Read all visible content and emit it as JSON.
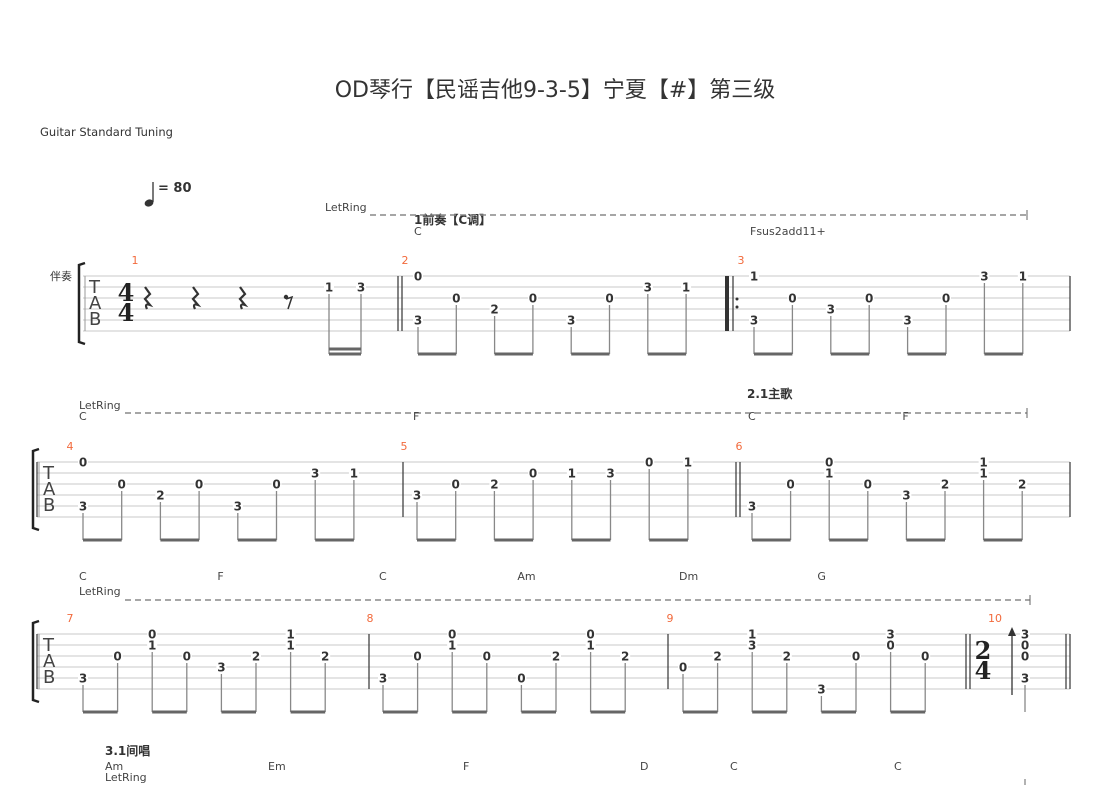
{
  "title": "OD琴行【民谣吉他9-3-5】宁夏【#】第三级",
  "tuning": "Guitar Standard Tuning",
  "track_name": "伴奏",
  "tempo": {
    "symbol": "quarter-note",
    "text": "= 80"
  },
  "let_ring": "LetRing",
  "sections": [
    {
      "label": "1前奏【C调】",
      "measure": "2"
    },
    {
      "label": "2.1主歌",
      "measure": "6"
    },
    {
      "label": "3.1间唱",
      "measure": "11"
    }
  ],
  "colors": {
    "measure_number": "#f26a3c",
    "staff_line": "#c8c8c8",
    "text": "#333333",
    "beam": "#666666"
  },
  "systems": [
    {
      "chords": [
        {
          "name": "C",
          "measure": "2",
          "beat": 0
        },
        {
          "name": "Fsus2add11+",
          "measure": "3",
          "beat": 0
        }
      ],
      "measures": [
        {
          "number": "1",
          "time_sig": [
            "4",
            "4"
          ],
          "rests": [
            "quarter",
            "quarter",
            "quarter",
            "eighth"
          ],
          "duration": "16th",
          "events": [
            {
              "notes": [
                [
                  2,
                  "1"
                ]
              ]
            },
            {
              "notes": [
                [
                  2,
                  "3"
                ]
              ]
            }
          ]
        },
        {
          "number": "2",
          "events": [
            {
              "notes": [
                [
                  1,
                  "0"
                ],
                [
                  5,
                  "3"
                ]
              ]
            },
            {
              "notes": [
                [
                  3,
                  "0"
                ]
              ]
            },
            {
              "notes": [
                [
                  4,
                  "2"
                ]
              ]
            },
            {
              "notes": [
                [
                  3,
                  "0"
                ]
              ]
            },
            {
              "notes": [
                [
                  5,
                  "3"
                ]
              ]
            },
            {
              "notes": [
                [
                  3,
                  "0"
                ]
              ]
            },
            {
              "notes": [
                [
                  2,
                  "3"
                ]
              ]
            },
            {
              "notes": [
                [
                  2,
                  "1"
                ]
              ]
            }
          ]
        },
        {
          "number": "3",
          "repeat_start": true,
          "events": [
            {
              "notes": [
                [
                  1,
                  "1"
                ],
                [
                  5,
                  "3"
                ]
              ]
            },
            {
              "notes": [
                [
                  3,
                  "0"
                ]
              ]
            },
            {
              "notes": [
                [
                  4,
                  "3"
                ]
              ]
            },
            {
              "notes": [
                [
                  3,
                  "0"
                ]
              ]
            },
            {
              "notes": [
                [
                  5,
                  "3"
                ]
              ]
            },
            {
              "notes": [
                [
                  3,
                  "0"
                ]
              ]
            },
            {
              "notes": [
                [
                  1,
                  "3"
                ]
              ]
            },
            {
              "notes": [
                [
                  1,
                  "1"
                ]
              ]
            }
          ]
        }
      ]
    },
    {
      "chords": [
        {
          "name": "C",
          "measure": "4",
          "beat": 0
        },
        {
          "name": "F",
          "measure": "5",
          "beat": 0
        },
        {
          "name": "C",
          "measure": "6",
          "beat": 0
        },
        {
          "name": "F",
          "measure": "6",
          "beat": 4
        }
      ],
      "measures": [
        {
          "number": "4",
          "events": [
            {
              "notes": [
                [
                  1,
                  "0"
                ],
                [
                  5,
                  "3"
                ]
              ]
            },
            {
              "notes": [
                [
                  3,
                  "0"
                ]
              ]
            },
            {
              "notes": [
                [
                  4,
                  "2"
                ]
              ]
            },
            {
              "notes": [
                [
                  3,
                  "0"
                ]
              ]
            },
            {
              "notes": [
                [
                  5,
                  "3"
                ]
              ]
            },
            {
              "notes": [
                [
                  3,
                  "0"
                ]
              ]
            },
            {
              "notes": [
                [
                  2,
                  "3"
                ]
              ]
            },
            {
              "notes": [
                [
                  2,
                  "1"
                ]
              ]
            }
          ]
        },
        {
          "number": "5",
          "events": [
            {
              "notes": [
                [
                  4,
                  "3"
                ]
              ]
            },
            {
              "notes": [
                [
                  3,
                  "0"
                ]
              ]
            },
            {
              "notes": [
                [
                  3,
                  "2"
                ]
              ]
            },
            {
              "notes": [
                [
                  2,
                  "0"
                ]
              ]
            },
            {
              "notes": [
                [
                  2,
                  "1"
                ]
              ]
            },
            {
              "notes": [
                [
                  2,
                  "3"
                ]
              ]
            },
            {
              "notes": [
                [
                  1,
                  "0"
                ]
              ]
            },
            {
              "notes": [
                [
                  1,
                  "1"
                ]
              ]
            }
          ]
        },
        {
          "number": "6",
          "events": [
            {
              "notes": [
                [
                  5,
                  "3"
                ]
              ]
            },
            {
              "notes": [
                [
                  3,
                  "0"
                ]
              ]
            },
            {
              "notes": [
                [
                  1,
                  "0"
                ],
                [
                  2,
                  "1"
                ]
              ]
            },
            {
              "notes": [
                [
                  3,
                  "0"
                ]
              ]
            },
            {
              "notes": [
                [
                  4,
                  "3"
                ]
              ]
            },
            {
              "notes": [
                [
                  3,
                  "2"
                ]
              ]
            },
            {
              "notes": [
                [
                  1,
                  "1"
                ],
                [
                  2,
                  "1"
                ]
              ]
            },
            {
              "notes": [
                [
                  3,
                  "2"
                ]
              ]
            }
          ]
        }
      ]
    },
    {
      "chords": [
        {
          "name": "C",
          "measure": "7",
          "beat": 0
        },
        {
          "name": "F",
          "measure": "7",
          "beat": 4
        },
        {
          "name": "C",
          "measure": "8",
          "beat": 0
        },
        {
          "name": "Am",
          "measure": "8",
          "beat": 4
        },
        {
          "name": "Dm",
          "measure": "9",
          "beat": 0
        },
        {
          "name": "G",
          "measure": "9",
          "beat": 4
        }
      ],
      "measures": [
        {
          "number": "7",
          "events": [
            {
              "notes": [
                [
                  5,
                  "3"
                ]
              ]
            },
            {
              "notes": [
                [
                  3,
                  "0"
                ]
              ]
            },
            {
              "notes": [
                [
                  1,
                  "0"
                ],
                [
                  2,
                  "1"
                ]
              ]
            },
            {
              "notes": [
                [
                  3,
                  "0"
                ]
              ]
            },
            {
              "notes": [
                [
                  4,
                  "3"
                ]
              ]
            },
            {
              "notes": [
                [
                  3,
                  "2"
                ]
              ]
            },
            {
              "notes": [
                [
                  1,
                  "1"
                ],
                [
                  2,
                  "1"
                ]
              ]
            },
            {
              "notes": [
                [
                  3,
                  "2"
                ]
              ]
            }
          ]
        },
        {
          "number": "8",
          "events": [
            {
              "notes": [
                [
                  5,
                  "3"
                ]
              ]
            },
            {
              "notes": [
                [
                  3,
                  "0"
                ]
              ]
            },
            {
              "notes": [
                [
                  1,
                  "0"
                ],
                [
                  2,
                  "1"
                ]
              ]
            },
            {
              "notes": [
                [
                  3,
                  "0"
                ]
              ]
            },
            {
              "notes": [
                [
                  5,
                  "0"
                ]
              ]
            },
            {
              "notes": [
                [
                  3,
                  "2"
                ]
              ]
            },
            {
              "notes": [
                [
                  1,
                  "0"
                ],
                [
                  2,
                  "1"
                ]
              ]
            },
            {
              "notes": [
                [
                  3,
                  "2"
                ]
              ]
            }
          ]
        },
        {
          "number": "9",
          "events": [
            {
              "notes": [
                [
                  4,
                  "0"
                ]
              ]
            },
            {
              "notes": [
                [
                  3,
                  "2"
                ]
              ]
            },
            {
              "notes": [
                [
                  1,
                  "1"
                ],
                [
                  2,
                  "3"
                ]
              ]
            },
            {
              "notes": [
                [
                  3,
                  "2"
                ]
              ]
            },
            {
              "notes": [
                [
                  6,
                  "3"
                ]
              ]
            },
            {
              "notes": [
                [
                  3,
                  "0"
                ]
              ]
            },
            {
              "notes": [
                [
                  1,
                  "3"
                ],
                [
                  2,
                  "0"
                ]
              ]
            },
            {
              "notes": [
                [
                  3,
                  "0"
                ]
              ]
            }
          ]
        },
        {
          "number": "10",
          "time_sig": [
            "2",
            "4"
          ],
          "strum": "up",
          "duration": "quarter",
          "events": [
            {
              "notes": [
                [
                  1,
                  "3"
                ],
                [
                  2,
                  "0"
                ],
                [
                  3,
                  "0"
                ],
                [
                  5,
                  "3"
                ]
              ]
            }
          ]
        }
      ]
    }
  ],
  "next_system_chords": [
    "Am",
    "Em",
    "F",
    "D",
    "C",
    "C"
  ]
}
